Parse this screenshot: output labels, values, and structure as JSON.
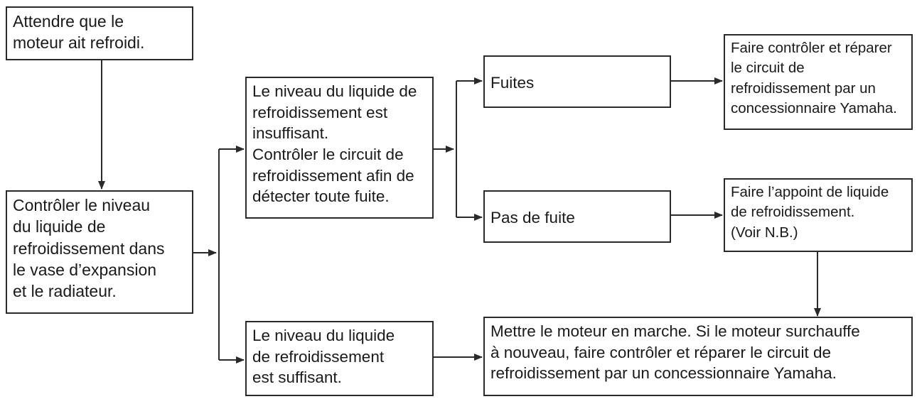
{
  "flowchart": {
    "wait_cool": "Attendre que le\nmoteur ait refroidi.",
    "check_level": "Contrôler le niveau\ndu liquide de\nrefroidissement dans\nle vase d’expansion\net le radiateur.",
    "level_low": "Le niveau du liquide de\nrefroidissement est\ninsuffisant.\nContrôler le circuit de\nrefroidissement afin de\ndétecter toute fuite.",
    "level_ok": "Le niveau du liquide\nde refroidissement\nest suffisant.",
    "leaks": "Fuites",
    "no_leak": "Pas de fuite",
    "dealer_repair": "Faire contrôler et réparer\nle circuit de\nrefroidissement par un\nconcessionnaire Yamaha.",
    "top_up": "Faire l’appoint de liquide\nde refroidissement.\n(Voir N.B.)",
    "start_engine": "Mettre le moteur en marche. Si le moteur surchauffe\nà nouveau, faire contrôler et réparer le circuit de\nrefroidissement par un concessionnaire Yamaha."
  },
  "colors": {
    "line": "#2a2a2a",
    "text": "#1a1a1a",
    "background": "#ffffff"
  }
}
